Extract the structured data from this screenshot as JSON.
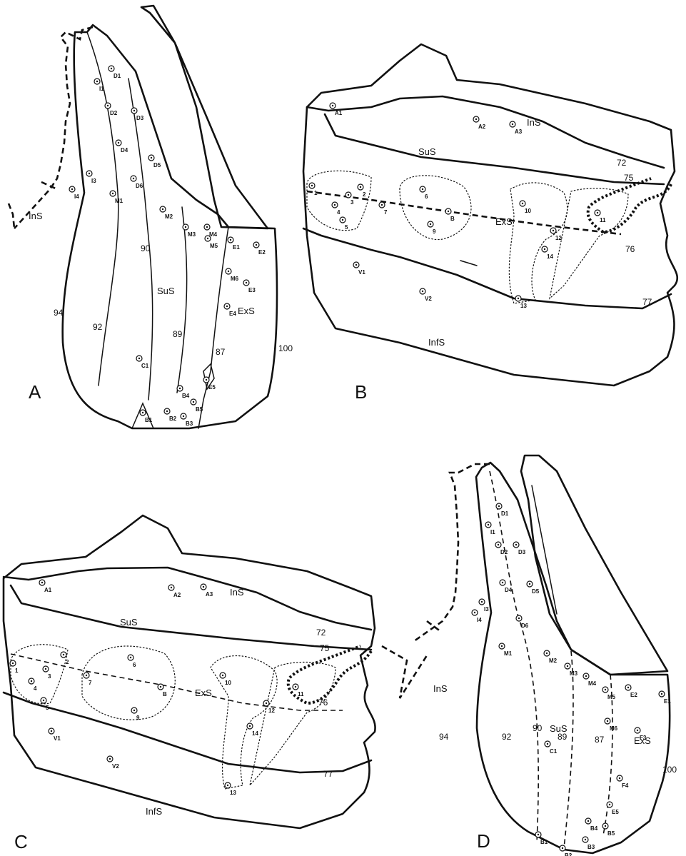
{
  "panels": {
    "A": {
      "label": "A",
      "regions": [
        "InS",
        "SuS",
        "ExS"
      ],
      "values": [
        "94",
        "92",
        "90",
        "89",
        "87",
        "100"
      ],
      "setae": [
        [
          "D1",
          156,
          96
        ],
        [
          "I1",
          136,
          114
        ],
        [
          "D2",
          151,
          148
        ],
        [
          "D3",
          188,
          155
        ],
        [
          "D4",
          166,
          200
        ],
        [
          "D5",
          212,
          221
        ],
        [
          "I3",
          125,
          243
        ],
        [
          "D6",
          187,
          250
        ],
        [
          "I4",
          101,
          265
        ],
        [
          "M1",
          158,
          271
        ],
        [
          "M2",
          228,
          293
        ],
        [
          "M3",
          260,
          318
        ],
        [
          "M4",
          290,
          318
        ],
        [
          "M5",
          291,
          334
        ],
        [
          "E1",
          323,
          336
        ],
        [
          "E2",
          359,
          343
        ],
        [
          "M6",
          320,
          380
        ],
        [
          "E3",
          345,
          396
        ],
        [
          "E4",
          318,
          429
        ],
        [
          "C1",
          195,
          502
        ],
        [
          "E5",
          289,
          532
        ],
        [
          "B4",
          252,
          544
        ],
        [
          "B5",
          271,
          563
        ],
        [
          "B1",
          200,
          578
        ],
        [
          "B2",
          234,
          576
        ],
        [
          "B3",
          257,
          583
        ]
      ]
    },
    "B": {
      "label": "B",
      "regions": [
        "InS",
        "SuS",
        "ExS",
        "InfS"
      ],
      "values": [
        "72",
        "75",
        "76",
        "77"
      ],
      "setae": [
        [
          "A1",
          466,
          148
        ],
        [
          "A2",
          667,
          167
        ],
        [
          "A3",
          718,
          174
        ],
        [
          "1",
          437,
          260
        ],
        [
          "2",
          505,
          262
        ],
        [
          "6",
          592,
          265
        ],
        [
          "3",
          488,
          273
        ],
        [
          "10",
          732,
          285
        ],
        [
          "4",
          469,
          287
        ],
        [
          "7",
          535,
          287
        ],
        [
          "B",
          628,
          296
        ],
        [
          "11",
          837,
          298
        ],
        [
          "5",
          480,
          308
        ],
        [
          "9",
          603,
          314
        ],
        [
          "12",
          775,
          323
        ],
        [
          "14",
          763,
          349
        ],
        [
          "V1",
          499,
          371
        ],
        [
          "V2",
          592,
          408
        ],
        [
          "13",
          726,
          418
        ]
      ]
    },
    "C": {
      "label": "C",
      "regions": [
        "InS",
        "SuS",
        "ExS",
        "InfS"
      ],
      "values": [
        "72",
        "75",
        "76",
        "77"
      ],
      "setae": [
        [
          "A1",
          59,
          816
        ],
        [
          "A2",
          240,
          823
        ],
        [
          "A3",
          285,
          822
        ],
        [
          "2",
          89,
          917
        ],
        [
          "6",
          183,
          921
        ],
        [
          "1",
          18,
          929
        ],
        [
          "3",
          64,
          937
        ],
        [
          "10",
          312,
          946
        ],
        [
          "7",
          121,
          946
        ],
        [
          "4",
          44,
          954
        ],
        [
          "11",
          414,
          962
        ],
        [
          "B",
          225,
          962
        ],
        [
          "5",
          61,
          981
        ],
        [
          "12",
          373,
          985
        ],
        [
          "9",
          188,
          995
        ],
        [
          "14",
          350,
          1017
        ],
        [
          "V1",
          72,
          1024
        ],
        [
          "V2",
          154,
          1063
        ],
        [
          "13",
          319,
          1100
        ]
      ]
    },
    "D": {
      "label": "D",
      "regions": [
        "InS",
        "SuS",
        "ExS"
      ],
      "values": [
        "94",
        "92",
        "90",
        "89",
        "87",
        "100"
      ],
      "setae": [
        [
          "D1",
          699,
          709
        ],
        [
          "I1",
          684,
          735
        ],
        [
          "D2",
          698,
          763
        ],
        [
          "D3",
          723,
          763
        ],
        [
          "D4",
          704,
          816
        ],
        [
          "D5",
          742,
          818
        ],
        [
          "I3",
          675,
          843
        ],
        [
          "I4",
          665,
          858
        ],
        [
          "D6",
          727,
          866
        ],
        [
          "M1",
          703,
          905
        ],
        [
          "M2",
          766,
          915
        ],
        [
          "M3",
          795,
          933
        ],
        [
          "M4",
          821,
          947
        ],
        [
          "M5",
          848,
          966
        ],
        [
          "E2",
          880,
          963
        ],
        [
          "E1",
          927,
          972
        ],
        [
          "M6",
          851,
          1010
        ],
        [
          "F3",
          893,
          1023
        ],
        [
          "C1",
          767,
          1042
        ],
        [
          "F4",
          868,
          1090
        ],
        [
          "E5",
          854,
          1127
        ],
        [
          "B4",
          824,
          1150
        ],
        [
          "B5",
          848,
          1157
        ],
        [
          "B1",
          754,
          1169
        ],
        [
          "B3",
          820,
          1176
        ],
        [
          "B2",
          788,
          1188
        ]
      ]
    }
  }
}
